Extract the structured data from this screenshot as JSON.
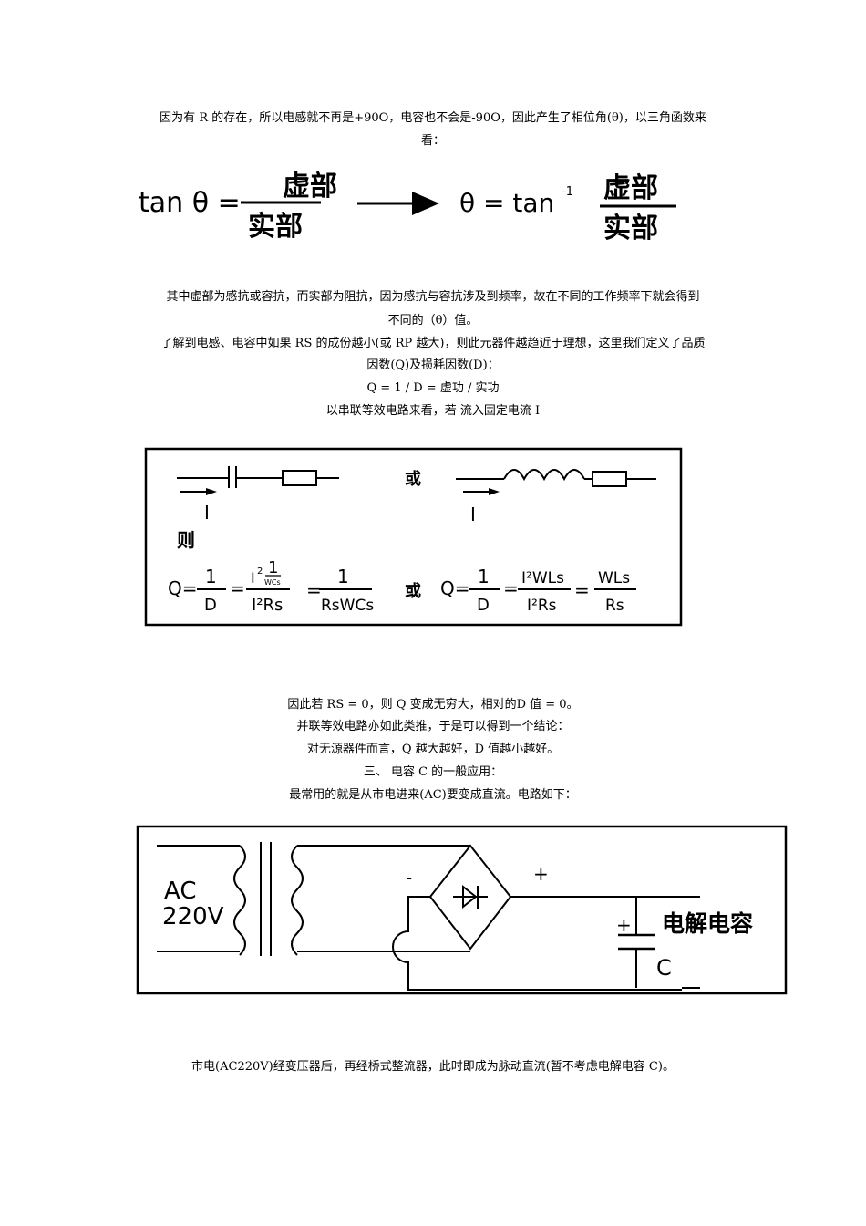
{
  "intro": {
    "line1": "因为有 R 的存在，所以电感就不再是+90O，电容也不会是-90O，因此产生了相位角(θ)，以三角函数来",
    "line2": "看："
  },
  "formula_tan": {
    "lhs": "tan θ =",
    "numerator": "虚部",
    "denominator": "实部",
    "rhs_prefix": "θ = tan",
    "rhs_exponent": "-1",
    "rhs_numerator": "虚部",
    "rhs_denominator": "实部"
  },
  "paragraph1": {
    "line1": "其中虚部为感抗或容抗，而实部为阻抗，因为感抗与容抗涉及到频率，故在不同的工作频率下就会得到",
    "line2": "不同的（θ）值。",
    "line3": "了解到电感、电容中如果 RS 的成份越小(或 RP 越大)，则此元器件越趋近于理想，这里我们定义了品质",
    "line4": "因数(Q)及损耗因数(D)：",
    "line5": "Q  =  1  /  D  =  虚功  /  实功",
    "line6": "以串联等效电路来看，若  流入固定电流 I"
  },
  "figure_series": {
    "or_label": "或",
    "current_label": "I",
    "then_label": "则",
    "formula_left": {
      "q": "Q=",
      "num1": "1",
      "den1": "D",
      "num2": "I²·1/WCs",
      "den2": "I²Rs",
      "num3": "1",
      "den3": "RsWCs"
    },
    "formula_right": {
      "q": "Q=",
      "num1": "1",
      "den1": "D",
      "num2": "I²WLs",
      "den2": "I²Rs",
      "num3": "WLs",
      "den3": "Rs"
    }
  },
  "paragraph2": {
    "line1": "因此若 RS  =  0，则 Q  变成无穷大，相对的D 值  =  0。",
    "line2": "并联等效电路亦如此类推，于是可以得到一个结论：",
    "line3": "对无源器件而言，Q 越大越好，D 值越小越好。",
    "line4": "三、  电容 C 的一般应用：",
    "line5": "最常用的就是从市电进来(AC)要变成直流。电路如下："
  },
  "figure_rectifier": {
    "source_label_1": "AC",
    "source_label_2": "220V",
    "minus_label": "-",
    "plus_label": "+",
    "cap_plus_label": "+",
    "cap_name": "电解电容",
    "cap_label": "C"
  },
  "paragraph3": {
    "line1": "市电(AC220V)经变压器后，再经桥式整流器，此时即成为脉动直流(暂不考虑电解电容 C)。"
  }
}
